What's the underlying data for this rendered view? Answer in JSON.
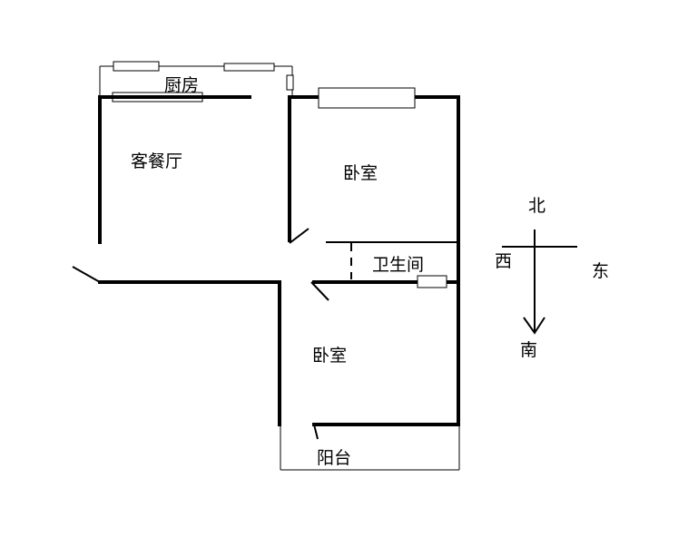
{
  "rooms": {
    "kitchen": "厨房",
    "living_dining": "客餐厅",
    "bedroom_north": "卧室",
    "bathroom": "卫生间",
    "bedroom_south": "卧室",
    "balcony": "阳台"
  },
  "compass": {
    "north": "北",
    "south": "南",
    "west": "西",
    "east": "东"
  }
}
